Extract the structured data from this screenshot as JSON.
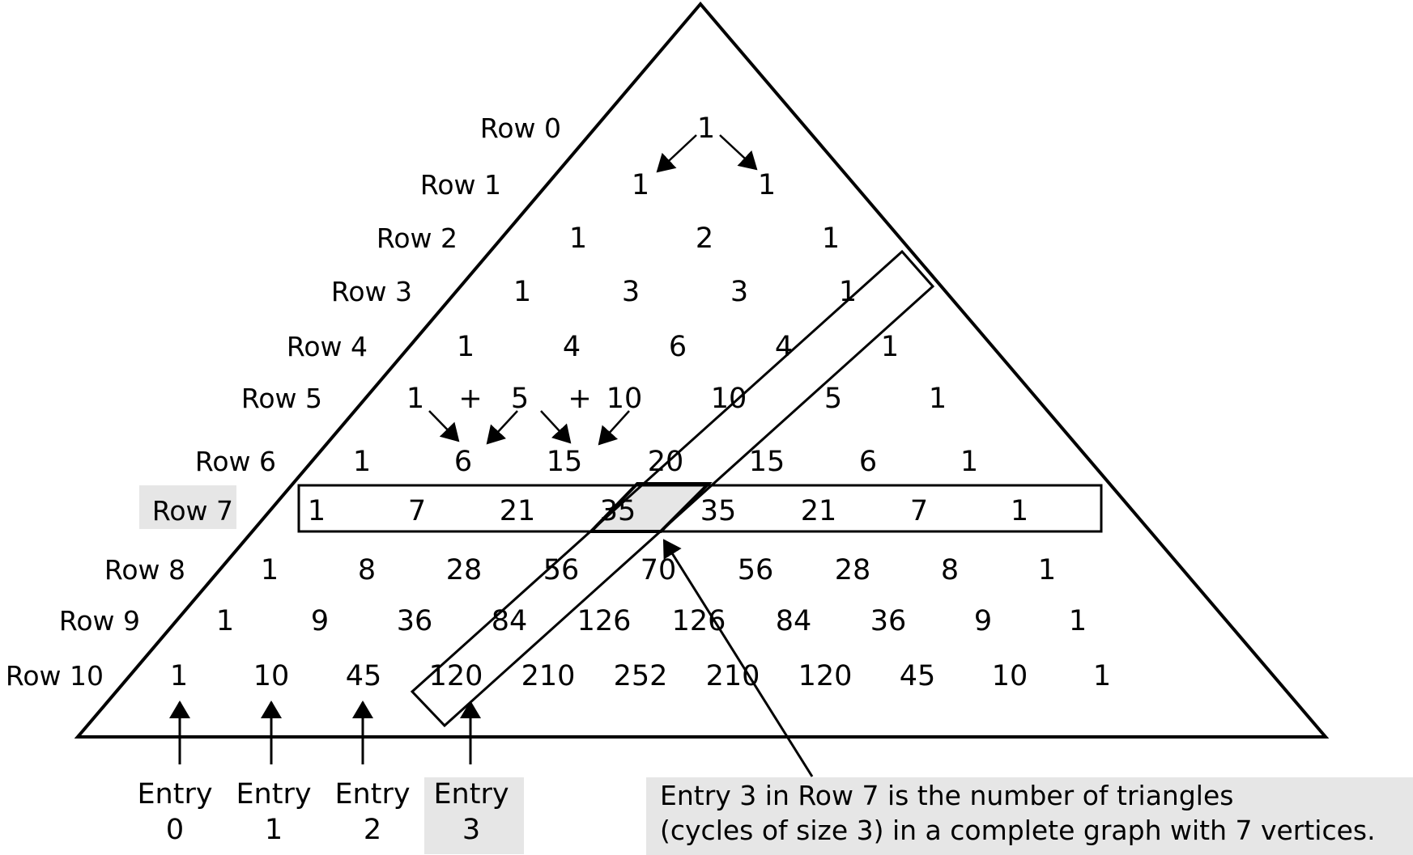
{
  "rows": [
    {
      "label": "Row 0",
      "values": [
        "1"
      ],
      "highlight": false
    },
    {
      "label": "Row 1",
      "values": [
        "1",
        "1"
      ],
      "highlight": false
    },
    {
      "label": "Row 2",
      "values": [
        "1",
        "2",
        "1"
      ],
      "highlight": false
    },
    {
      "label": "Row 3",
      "values": [
        "1",
        "3",
        "3",
        "1"
      ],
      "highlight": false
    },
    {
      "label": "Row 4",
      "values": [
        "1",
        "4",
        "6",
        "4",
        "1"
      ],
      "highlight": false
    },
    {
      "label": "Row 5",
      "values": [
        "1",
        "5",
        "10",
        "10",
        "5",
        "1"
      ],
      "highlight": false
    },
    {
      "label": "Row 6",
      "values": [
        "1",
        "6",
        "15",
        "20",
        "15",
        "6",
        "1"
      ],
      "highlight": false
    },
    {
      "label": "Row 7",
      "values": [
        "1",
        "7",
        "21",
        "35",
        "35",
        "21",
        "7",
        "1"
      ],
      "highlight": true
    },
    {
      "label": "Row 8",
      "values": [
        "1",
        "8",
        "28",
        "56",
        "70",
        "56",
        "28",
        "8",
        "1"
      ],
      "highlight": false
    },
    {
      "label": "Row 9",
      "values": [
        "1",
        "9",
        "36",
        "84",
        "126",
        "126",
        "84",
        "36",
        "9",
        "1"
      ],
      "highlight": false
    },
    {
      "label": "Row 10",
      "values": [
        "1",
        "10",
        "45",
        "120",
        "210",
        "252",
        "210",
        "120",
        "45",
        "10",
        "1"
      ],
      "highlight": false
    }
  ],
  "plus_signs": [
    "+",
    "+"
  ],
  "entries": [
    {
      "word": "Entry",
      "number": "0",
      "highlight": false
    },
    {
      "word": "Entry",
      "number": "1",
      "highlight": false
    },
    {
      "word": "Entry",
      "number": "2",
      "highlight": false
    },
    {
      "word": "Entry",
      "number": "3",
      "highlight": true
    }
  ],
  "callout": {
    "line1": "Entry 3 in Row 7 is the number of triangles",
    "line2": "(cycles of size 3) in a complete graph with 7 vertices."
  },
  "colors": {
    "stroke": "#000000",
    "highlight_fill": "#e6e6e6"
  }
}
